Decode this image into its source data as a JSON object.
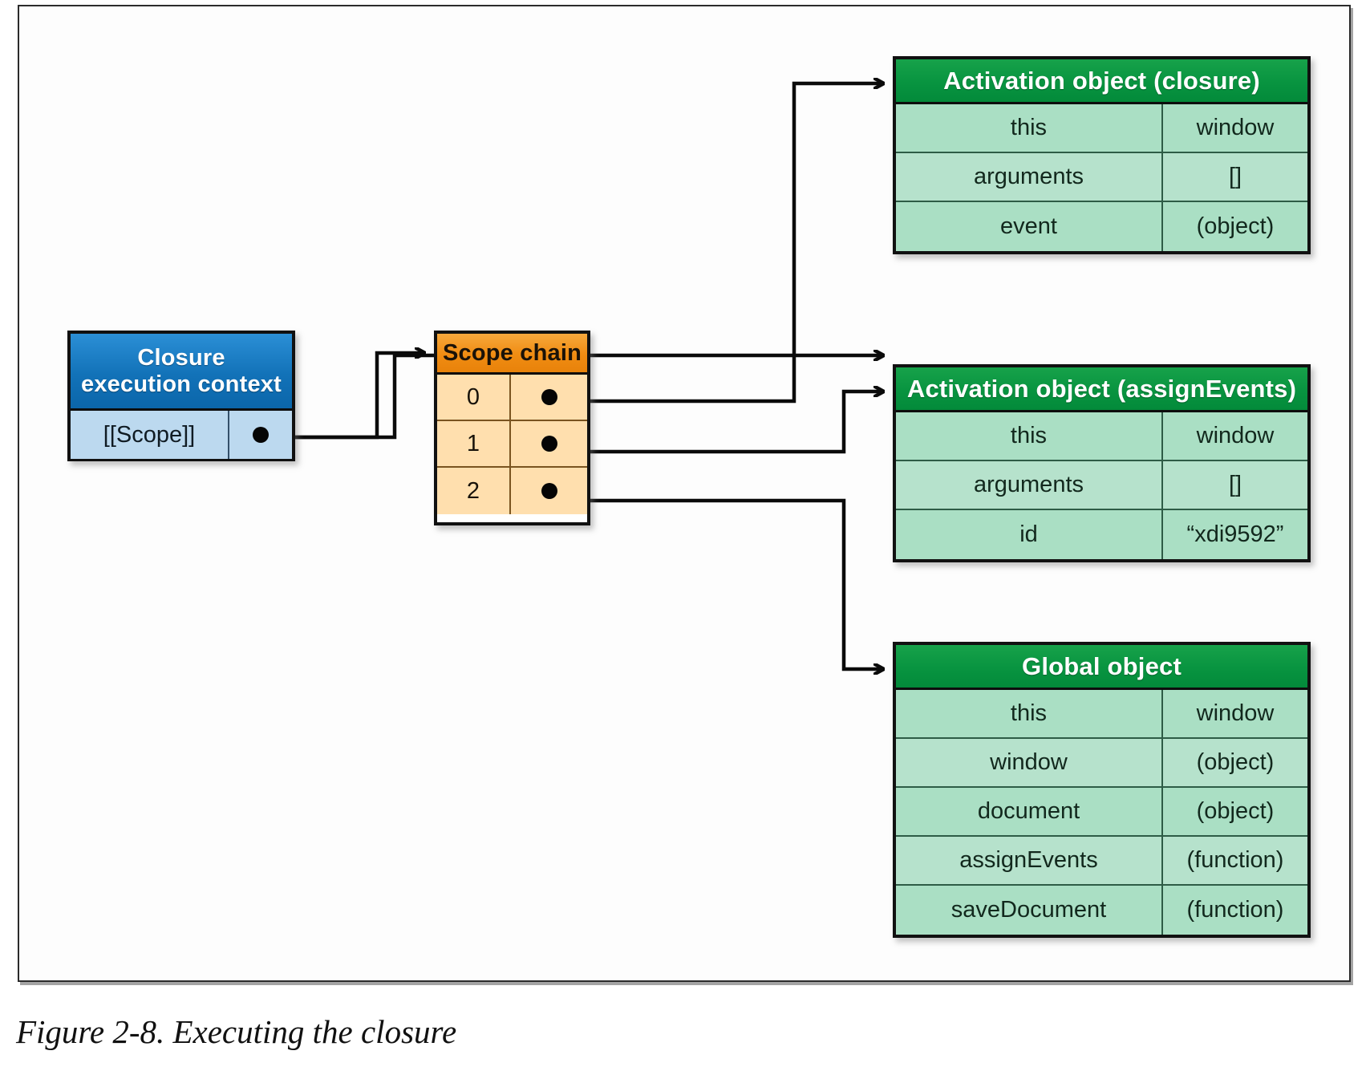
{
  "figure": {
    "caption": "Figure 2-8. Executing the closure"
  },
  "colors": {
    "green_header": "#089440",
    "green_row": "#aadfc4",
    "blue_header": "#1272b8",
    "blue_row": "#bcd9ef",
    "orange_header": "#f08c12",
    "orange_row": "#ffdfae",
    "outline": "#111111"
  },
  "closure_context": {
    "title_line1": "Closure",
    "title_line2": "execution context",
    "scope_label": "[[Scope]]",
    "pointer_icon": "pointer-dot-icon"
  },
  "scope_chain": {
    "title": "Scope chain",
    "entries": [
      {
        "index": "0",
        "pointer_icon": "pointer-dot-icon"
      },
      {
        "index": "1",
        "pointer_icon": "pointer-dot-icon"
      },
      {
        "index": "2",
        "pointer_icon": "pointer-dot-icon"
      }
    ]
  },
  "activation_closure": {
    "title": "Activation object (closure)",
    "rows": [
      {
        "key": "this",
        "value": "window"
      },
      {
        "key": "arguments",
        "value": "[]"
      },
      {
        "key": "event",
        "value": "(object)"
      }
    ]
  },
  "activation_assign_events": {
    "title": "Activation object (assignEvents)",
    "rows": [
      {
        "key": "this",
        "value": "window"
      },
      {
        "key": "arguments",
        "value": "[]"
      },
      {
        "key": "id",
        "value": "“xdi9592”"
      }
    ]
  },
  "global_object": {
    "title": "Global object",
    "rows": [
      {
        "key": "this",
        "value": "window"
      },
      {
        "key": "window",
        "value": "(object)"
      },
      {
        "key": "document",
        "value": "(object)"
      },
      {
        "key": "assignEvents",
        "value": "(function)"
      },
      {
        "key": "saveDocument",
        "value": "(function)"
      }
    ]
  },
  "connections": [
    {
      "from": "closure-context-scope-pointer",
      "to": "scope-chain-header"
    },
    {
      "from": "scope-chain-entry-0",
      "to": "activation-object-closure"
    },
    {
      "from": "scope-chain-entry-1",
      "to": "activation-object-assign-events"
    },
    {
      "from": "scope-chain-entry-2",
      "to": "global-object"
    }
  ]
}
